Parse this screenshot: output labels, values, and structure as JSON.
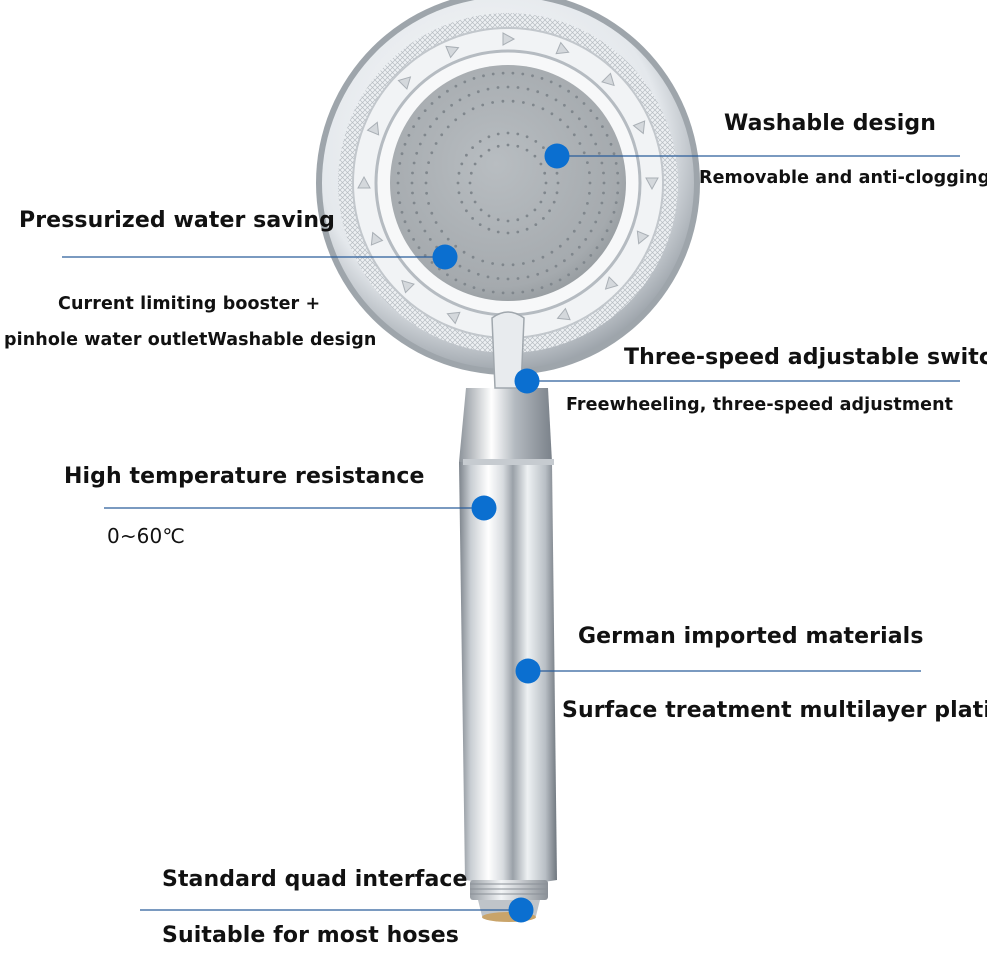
{
  "callouts": {
    "washable": {
      "title": "Washable design",
      "detail": "Removable and anti-clogging"
    },
    "pressurized": {
      "title": "Pressurized water saving",
      "detail_line1": "Current limiting booster +",
      "detail_line2": "pinhole water outletWashable design"
    },
    "switch": {
      "title": "Three-speed adjustable switch",
      "detail": "Freewheeling, three-speed adjustment"
    },
    "temperature": {
      "title": "High temperature resistance",
      "detail": "0~60℃"
    },
    "materials": {
      "title": "German imported materials",
      "detail": "Surface treatment multilayer plating"
    },
    "interface": {
      "title": "Standard quad interface",
      "detail": "Suitable for most hoses"
    }
  },
  "colors": {
    "callout_dot": "#0b6fd0",
    "callout_line": "#2a5d9a",
    "label_text": "#111111",
    "face_gray": "#a9aeb2",
    "chrome_light": "#f4f6f8",
    "chrome_dark": "#8a9097"
  }
}
